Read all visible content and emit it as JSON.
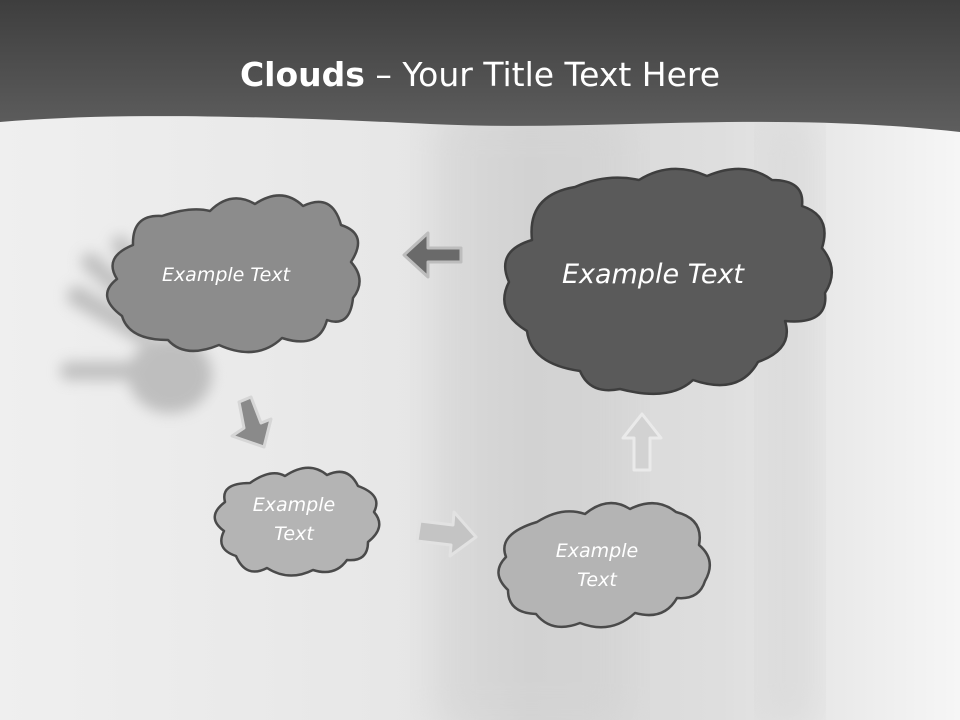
{
  "title": {
    "bold": "Clouds",
    "separator": "–",
    "rest": "Your Title Text Here"
  },
  "colors": {
    "header": "#4f4f4f",
    "background": "#f0f0f0",
    "cloud_dark": "#5a5a5a",
    "cloud_mid": "#8c8c8c",
    "cloud_light": "#b4b4b4",
    "cloud_outline": "#4a4a4a",
    "arrow": "#8a8a8a"
  },
  "clouds": [
    {
      "text": "Example Text",
      "shade": "mid"
    },
    {
      "text": "Example Text",
      "shade": "dark"
    },
    {
      "text": "Example Text",
      "shade": "light"
    },
    {
      "text": "Example Text",
      "shade": "light"
    }
  ],
  "cloud_text_lines": {
    "c3": [
      "Example",
      "Text"
    ],
    "c4": [
      "Example",
      "Text"
    ]
  }
}
